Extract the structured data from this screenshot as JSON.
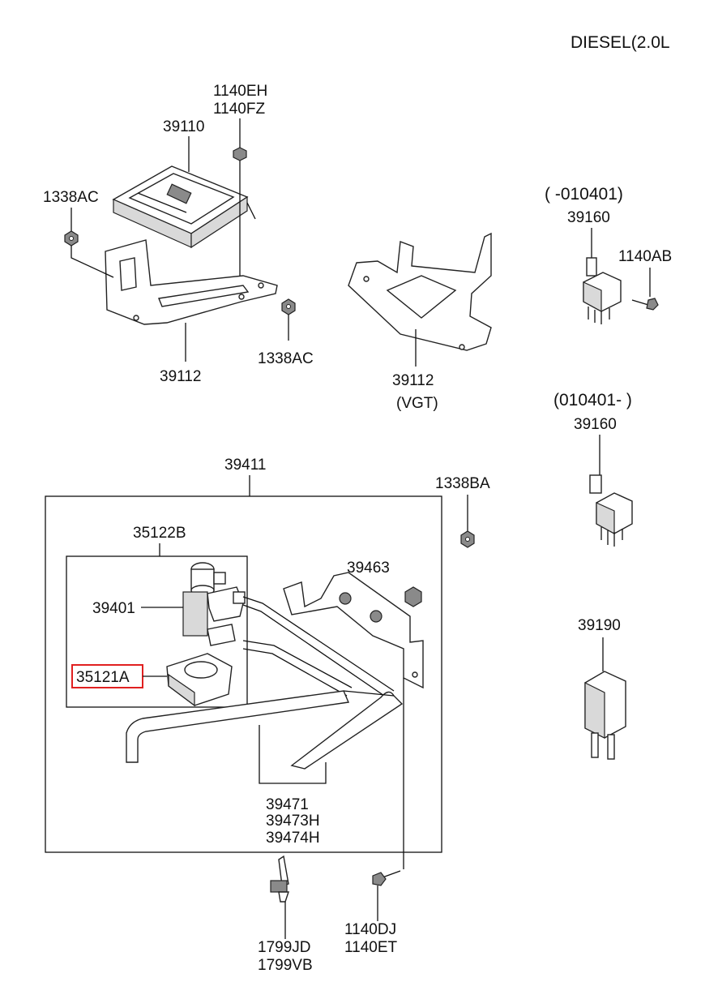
{
  "header": {
    "engine": "DIESEL(2.0L"
  },
  "labels": {
    "ecu_bolt_a": "1140EH",
    "ecu_bolt_b": "1140FZ",
    "ecu": "39110",
    "nut_left": "1338AC",
    "nut_right": "1338AC",
    "bracket": "39112",
    "bracket_vgt": "39112",
    "vgt": "(VGT)",
    "relay_early_date": "( -010401)",
    "relay_early": "39160",
    "relay_bolt": "1140AB",
    "relay_late_date": "(010401- )",
    "relay_late": "39160",
    "assy": "39411",
    "nut_ba": "1338BA",
    "valve_assy": "35122B",
    "valve": "39401",
    "bracket_39463": "39463",
    "cap": "35121A",
    "relay_39190": "39190",
    "hose_a": "39471",
    "hose_b": "39473H",
    "hose_c": "39474H",
    "clip_a": "1799JD",
    "clip_b": "1799VB",
    "bolt_a": "1140DJ",
    "bolt_b": "1140ET"
  },
  "highlight": {
    "part": "35121A",
    "color": "#e02020"
  }
}
